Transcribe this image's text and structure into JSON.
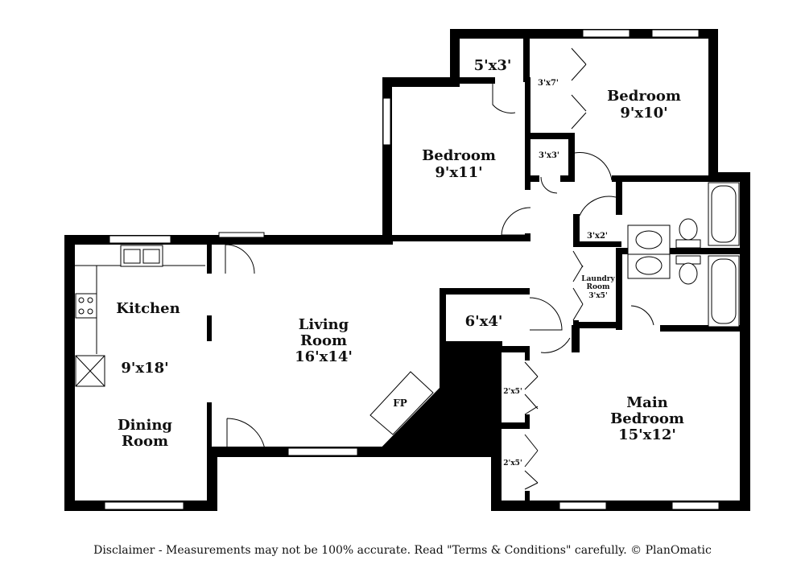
{
  "rooms": {
    "bedroom_ne": {
      "name": "Bedroom",
      "size": "9'x10'"
    },
    "closet_ne": {
      "size": "5'x3'"
    },
    "closet_3x7": {
      "size": "3'x7'"
    },
    "closet_3x3": {
      "size": "3'x3'"
    },
    "bedroom_n": {
      "name": "Bedroom",
      "size": "9'x11'"
    },
    "closet_3x2": {
      "size": "3'x2'"
    },
    "laundry": {
      "name_line1": "Laundry",
      "name_line2": "Room",
      "size": "3'x5'"
    },
    "closet_6x4": {
      "size": "6'x4'"
    },
    "kitchen": {
      "name": "Kitchen",
      "size": "9'x18'"
    },
    "dining": {
      "name_line1": "Dining",
      "name_line2": "Room"
    },
    "living": {
      "name_line1": "Living",
      "name_line2": "Room",
      "size": "16'x14'"
    },
    "fireplace": {
      "label": "FP"
    },
    "main_bedroom": {
      "name_line1": "Main",
      "name_line2": "Bedroom",
      "size": "15'x12'"
    },
    "closet_2x5_a": {
      "size": "2'x5'"
    },
    "closet_2x5_b": {
      "size": "2'x5'"
    }
  },
  "footer": {
    "disclaimer": "Disclaimer - Measurements may not be 100% accurate. Read \"Terms & Conditions\" carefully. © PlanOmatic"
  }
}
